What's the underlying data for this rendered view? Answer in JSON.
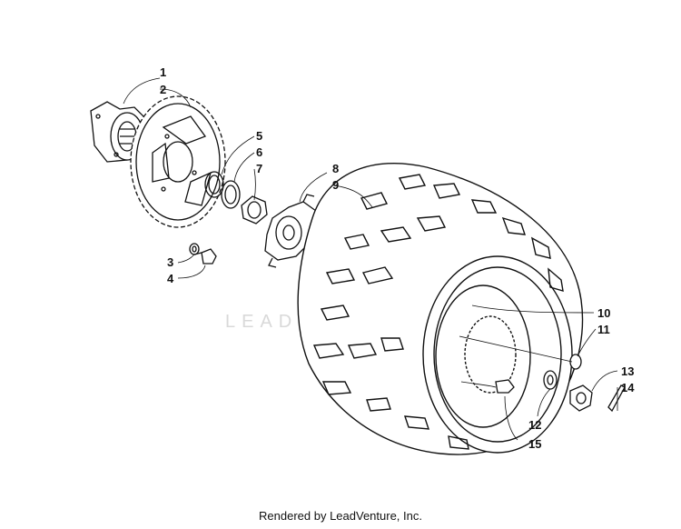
{
  "watermark": {
    "text": "LEADVENTURE"
  },
  "footer": {
    "credit": "Rendered by LeadVenture, Inc."
  },
  "callouts": [
    {
      "id": "1",
      "label": "1"
    },
    {
      "id": "2",
      "label": "2"
    },
    {
      "id": "3",
      "label": "3"
    },
    {
      "id": "4",
      "label": "4"
    },
    {
      "id": "5",
      "label": "5"
    },
    {
      "id": "6",
      "label": "6"
    },
    {
      "id": "7",
      "label": "7"
    },
    {
      "id": "8",
      "label": "8"
    },
    {
      "id": "9",
      "label": "9"
    },
    {
      "id": "10",
      "label": "10"
    },
    {
      "id": "11",
      "label": "11"
    },
    {
      "id": "12",
      "label": "12"
    },
    {
      "id": "13",
      "label": "13"
    },
    {
      "id": "14",
      "label": "14"
    },
    {
      "id": "15",
      "label": "15"
    }
  ]
}
